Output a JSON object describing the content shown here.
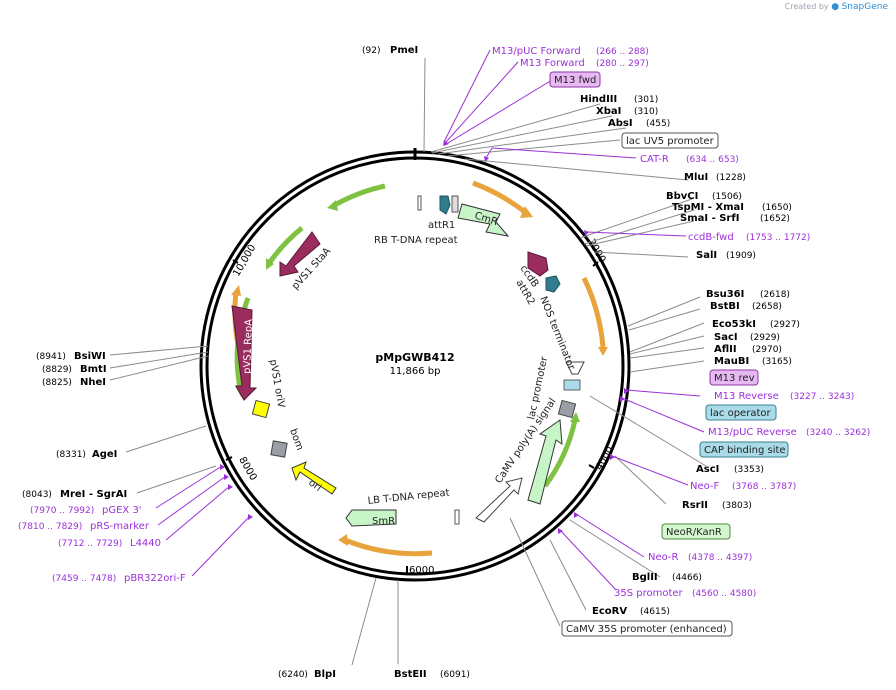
{
  "credit": {
    "prefix": "Created by",
    "brand": "SnapGene"
  },
  "plasmid": {
    "name": "pMpGWB412",
    "length": "11,866 bp"
  },
  "ticks": [
    "2000",
    "4000",
    "6000",
    "8000",
    "10,000"
  ],
  "enzymes": [
    {
      "name": "PmeI",
      "pos": "(92)"
    },
    {
      "name": "HindIII",
      "pos": "(301)"
    },
    {
      "name": "XbaI",
      "pos": "(310)"
    },
    {
      "name": "AbsI",
      "pos": "(455)"
    },
    {
      "name": "MluI",
      "pos": "(1228)"
    },
    {
      "name": "BbvCI",
      "pos": "(1506)"
    },
    {
      "name": "TspMI - XmaI",
      "pos": "(1650)"
    },
    {
      "name": "SmaI - SrfI",
      "pos": "(1652)"
    },
    {
      "name": "SalI",
      "pos": "(1909)"
    },
    {
      "name": "Bsu36I",
      "pos": "(2618)"
    },
    {
      "name": "BstBI",
      "pos": "(2658)"
    },
    {
      "name": "Eco53kI",
      "pos": "(2927)"
    },
    {
      "name": "SacI",
      "pos": "(2929)"
    },
    {
      "name": "AflII",
      "pos": "(2970)"
    },
    {
      "name": "MauBI",
      "pos": "(3165)"
    },
    {
      "name": "AscI",
      "pos": "(3353)"
    },
    {
      "name": "RsrII",
      "pos": "(3803)"
    },
    {
      "name": "BglII",
      "pos": "(4466)"
    },
    {
      "name": "EcoRV",
      "pos": "(4615)"
    },
    {
      "name": "BstEII",
      "pos": "(6091)"
    },
    {
      "name": "BlpI",
      "pos": "(6240)"
    },
    {
      "name": "AgeI",
      "pos": "(8331)"
    },
    {
      "name": "MreI - SgrAI",
      "pos": "(8043)"
    },
    {
      "name": "NheI",
      "pos": "(8825)"
    },
    {
      "name": "BmtI",
      "pos": "(8829)"
    },
    {
      "name": "BsiWI",
      "pos": "(8941)"
    }
  ],
  "primers": [
    {
      "name": "M13/pUC Forward",
      "pos": "(266 .. 288)"
    },
    {
      "name": "M13 Forward",
      "pos": "(280 .. 297)"
    },
    {
      "name": "CAT-R",
      "pos": "(634 .. 653)"
    },
    {
      "name": "ccdB-fwd",
      "pos": "(1753 .. 1772)"
    },
    {
      "name": "M13 Reverse",
      "pos": "(3227 .. 3243)"
    },
    {
      "name": "M13/pUC Reverse",
      "pos": "(3240 .. 3262)"
    },
    {
      "name": "Neo-F",
      "pos": "(3768 .. 3787)"
    },
    {
      "name": "Neo-R",
      "pos": "(4378 .. 4397)"
    },
    {
      "name": "35S promoter",
      "pos": "(4560 .. 4580)"
    },
    {
      "name": "pGEX 3'",
      "pos": "(7970 .. 7992)"
    },
    {
      "name": "pRS-marker",
      "pos": "(7810 .. 7829)"
    },
    {
      "name": "L4440",
      "pos": "(7712 .. 7729)"
    },
    {
      "name": "pBR322ori-F",
      "pos": "(7459 .. 7478)"
    }
  ],
  "boxed": {
    "m13fwd": "M13 fwd",
    "lacuv5": "lac UV5 promoter",
    "m13rev": "M13 rev",
    "lacop": "lac operator",
    "cap": "CAP binding site",
    "neokan": "NeoR/KanR",
    "camv": "CaMV 35S promoter (enhanced)"
  },
  "features": {
    "attR1": "attR1",
    "cmr": "CmR",
    "rb": "RB T-DNA repeat",
    "ccdb": "ccdB",
    "attR2": "attR2",
    "nos": "NOS terminator",
    "lacp": "lac promoter",
    "polya": "CaMV poly(A) signal",
    "lb": "LB T-DNA repeat",
    "smr": "SmR",
    "ori": "ori",
    "bom": "bom",
    "oriv": "pVS1 oriV",
    "repa": "pVS1 RepA",
    "staa": "pVS1 StaA"
  },
  "colors": {
    "primer": "#9b30d9",
    "orf_orange": "#e8a33c",
    "orf_green": "#7fc242",
    "repa": "#9b2d5e",
    "cmr": "#c8f5c8",
    "ori": "#ffff00",
    "attr": "#2f7d8c",
    "misc": "#9a9ea6",
    "box_purple": "#e7b8f2",
    "box_blue": "#a9dbe8",
    "box_green": "#d5f7d0"
  }
}
